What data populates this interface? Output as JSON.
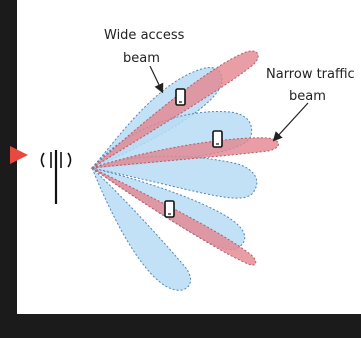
{
  "labels": {
    "wide_beam_line1": "Wide access",
    "wide_beam_line2": "beam",
    "narrow_beam_line1": "Narrow traffic",
    "narrow_beam_line2": "beam"
  },
  "colors": {
    "background": "#1b1b1b",
    "panel": "#ffffff",
    "wide_beam_fill": "#b9dcf5",
    "wide_beam_stroke": "#4f86b8",
    "narrow_beam_fill": "#e3868f",
    "narrow_beam_stroke": "#b85a66",
    "indicator_arrow": "#e8483d",
    "ink": "#222222"
  },
  "icons": {
    "antenna": "antenna-icon",
    "device": "phone-icon",
    "pointer": "red-arrow-icon"
  }
}
